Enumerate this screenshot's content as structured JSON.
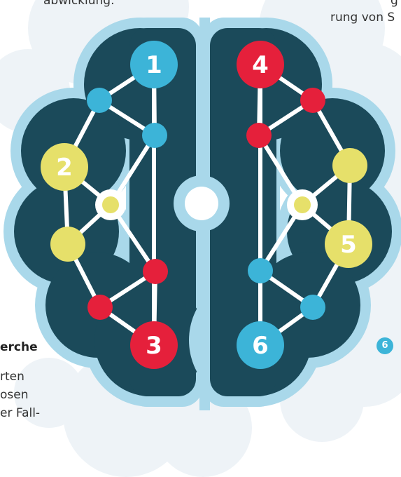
{
  "text_fragments": {
    "top_left": "abwicklung.",
    "top_right_1": "g",
    "top_right_2": "rung von S",
    "bottom_left_heading": "erche",
    "bottom_left_1": "rten",
    "bottom_left_2": "osen",
    "bottom_left_3": "er Fall-"
  },
  "right_badge": "6",
  "colors": {
    "cloud_bg": "#eef3f7",
    "brain_outline": "#a9d8ea",
    "brain_fill": "#1b4a5a",
    "center_ring": "#a9d8ea",
    "links": "#ffffff",
    "blue": "#3cb4d8",
    "red": "#e5203b",
    "yellow": "#e6e06a"
  },
  "nodes": [
    {
      "label": "1",
      "color": "blue"
    },
    {
      "label": "2",
      "color": "yellow"
    },
    {
      "label": "3",
      "color": "red"
    },
    {
      "label": "4",
      "color": "red"
    },
    {
      "label": "5",
      "color": "yellow"
    },
    {
      "label": "6",
      "color": "blue"
    }
  ]
}
